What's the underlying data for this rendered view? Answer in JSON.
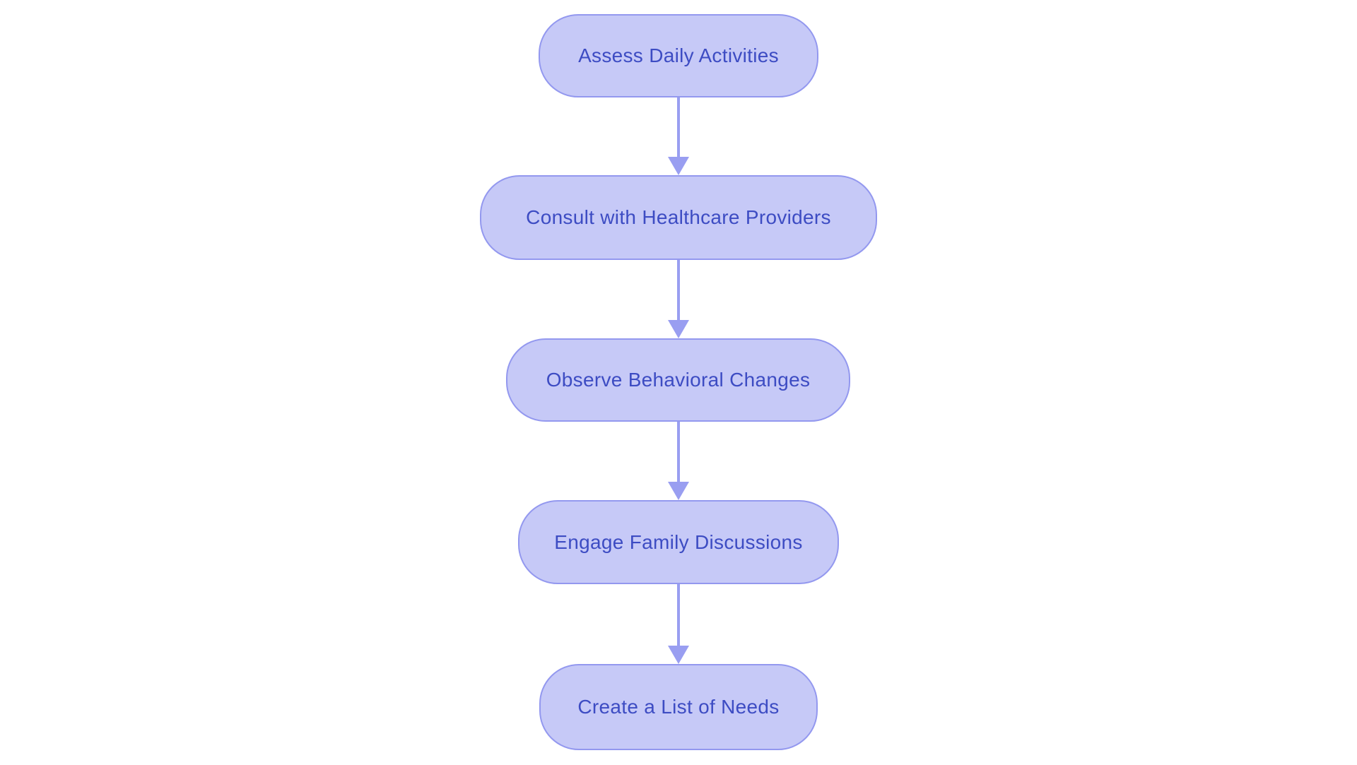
{
  "diagram": {
    "type": "flowchart",
    "direction": "top-down",
    "background_color": "#ffffff",
    "node_fill_color": "#c6c9f7",
    "node_border_color": "#9398ef",
    "node_text_color": "#3d4cc3",
    "arrow_color": "#999ef1",
    "nodes": [
      {
        "id": 1,
        "label": "Assess Daily Activities"
      },
      {
        "id": 2,
        "label": "Consult with Healthcare Providers"
      },
      {
        "id": 3,
        "label": "Observe Behavioral Changes"
      },
      {
        "id": 4,
        "label": "Engage Family Discussions"
      },
      {
        "id": 5,
        "label": "Create a List of Needs"
      }
    ],
    "connections": [
      {
        "from": 1,
        "to": 2
      },
      {
        "from": 2,
        "to": 3
      },
      {
        "from": 3,
        "to": 4
      },
      {
        "from": 4,
        "to": 5
      }
    ]
  }
}
